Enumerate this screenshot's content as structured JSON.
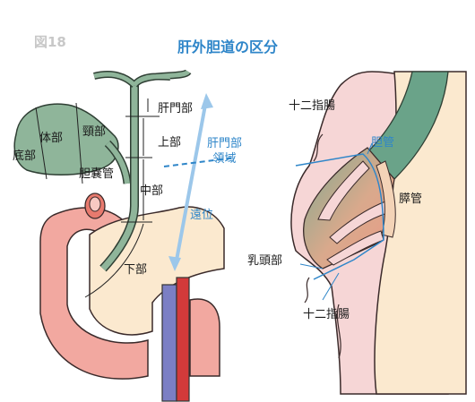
{
  "figure_number": "図18",
  "title": "肝外胆道の区分",
  "left": {
    "gallbladder": {
      "body": "体部",
      "neck": "頸部",
      "fundus": "底部",
      "cystic_duct": "胆嚢管"
    },
    "duct_segments": {
      "hilar": "肝門部",
      "upper": "上部",
      "middle": "中部",
      "lower": "下部"
    },
    "hilar_region": "肝門部\n領域",
    "distal": "遠位"
  },
  "right": {
    "duodenum_top": "十二指腸",
    "bile_duct": "胆管",
    "pancreatic_duct": "膵管",
    "papilla": "乳頭部",
    "duodenum_bottom": "十二指腸"
  },
  "colors": {
    "accent": "#2f86c9",
    "duct_green": "#8fb59a",
    "pancreas": "#fbe9cf",
    "duodenum": "#f2a8a0"
  }
}
